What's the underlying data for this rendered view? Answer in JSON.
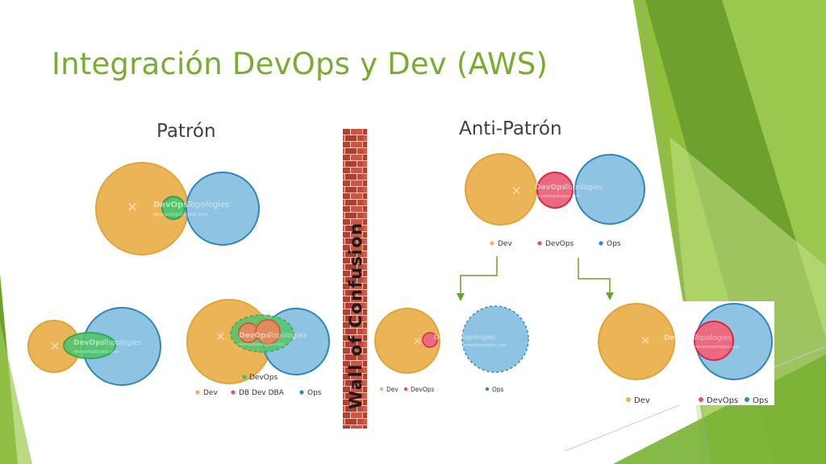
{
  "slide": {
    "title": "Integración DevOps y Dev (AWS)",
    "pattern_heading": "Patrón",
    "antipattern_heading": "Anti-Patrón",
    "wall_text": "Wall of Confusion"
  },
  "watermark": {
    "brand": "DevOps",
    "suffix": "Topologies",
    "url": "devopstopologies.com"
  },
  "legends": {
    "pattern_dba": {
      "top": [
        "DevOps"
      ],
      "bottom": [
        "Dev",
        "DB Dev  DBA",
        "Ops"
      ]
    },
    "anti_top": [
      "Dev",
      "DevOps",
      "Ops"
    ],
    "anti_small": [
      "Dev",
      "DevOps",
      "Ops"
    ],
    "anti_right": [
      "Dev",
      "DevOps",
      "Ops"
    ]
  },
  "colors": {
    "dev": "#ebb457",
    "ops": "#8ec4e2",
    "devops_green": "#3fbf5f",
    "devops_red": "#e8506a",
    "dba": "#e07b52",
    "accent": "#7aab32"
  }
}
